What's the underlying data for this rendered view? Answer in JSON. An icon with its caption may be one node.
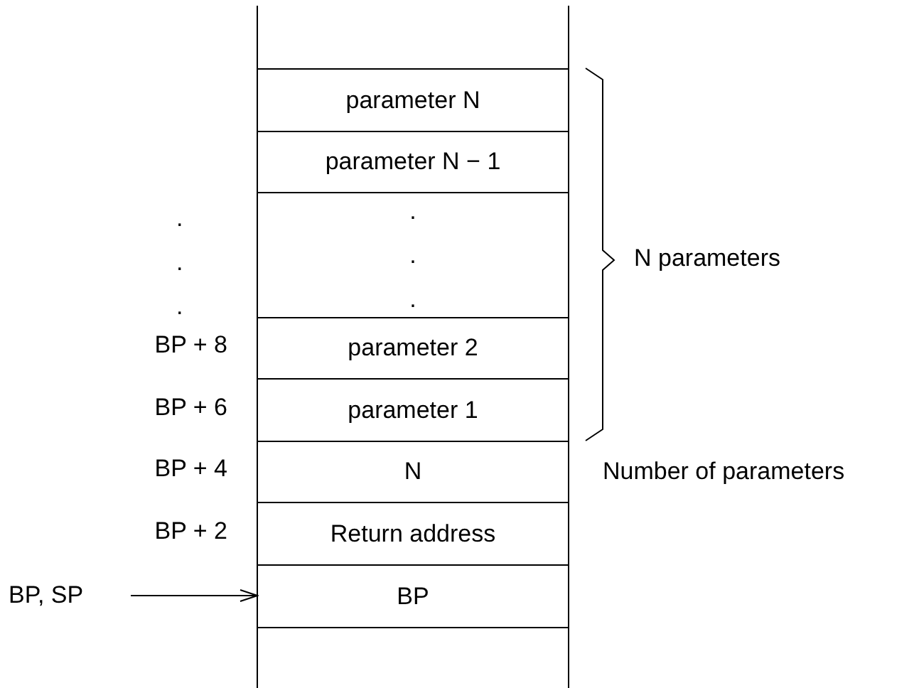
{
  "diagram": {
    "nodes": [
      {
        "text": [
          "parameter N"
        ]
      },
      {
        "text": [
          "parameter N − 1"
        ]
      },
      {
        "text": [
          ". . ."
        ]
      },
      {
        "text": [
          "parameter 2"
        ]
      },
      {
        "text": [
          "parameter 1"
        ]
      },
      {
        "text": [
          "N"
        ]
      },
      {
        "text": [
          "Return address"
        ]
      },
      {
        "text": [
          "BP"
        ]
      },
      {
        "text": [
          "BP, SP"
        ]
      }
    ],
    "edges": [
      {
        "from": 8,
        "to": 7,
        "arrow": "to"
      }
    ],
    "labels": [
      ". . .",
      "BP + 8",
      "BP + 6",
      "BP + 4",
      "BP + 2",
      "N parameters",
      "Number of parameters"
    ]
  }
}
